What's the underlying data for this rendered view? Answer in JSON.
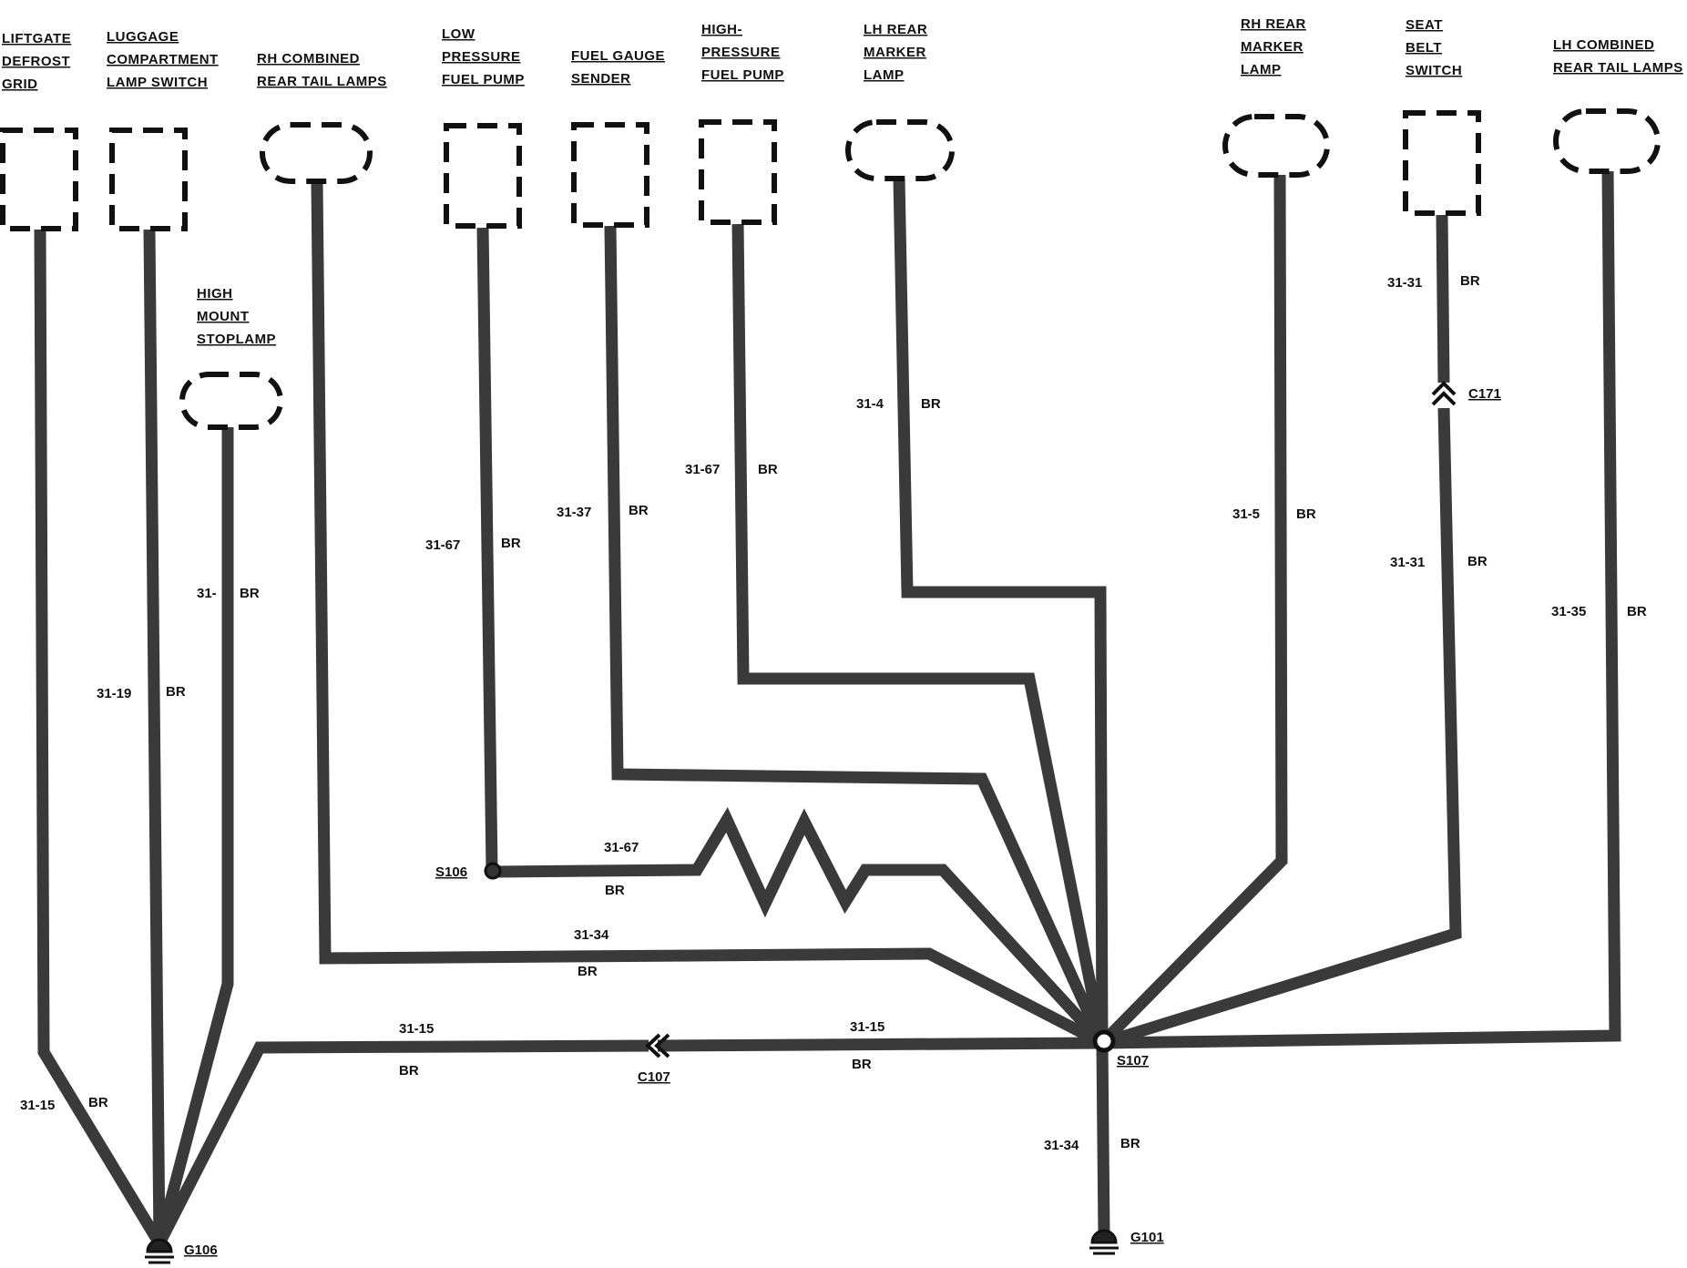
{
  "components": {
    "liftgate_defrost_grid": [
      "LIFTGATE",
      "DEFROST",
      "GRID"
    ],
    "luggage_compartment_lamp_switch": [
      "LUGGAGE",
      "COMPARTMENT",
      "LAMP SWITCH"
    ],
    "rh_combined_rear_tail_lamps": [
      "RH COMBINED",
      "REAR TAIL LAMPS"
    ],
    "high_mount_stoplamp": [
      "HIGH",
      "MOUNT",
      "STOPLAMP"
    ],
    "low_pressure_fuel_pump": [
      "LOW",
      "PRESSURE",
      "FUEL PUMP"
    ],
    "fuel_gauge_sender": [
      "FUEL GAUGE",
      "SENDER"
    ],
    "high_pressure_fuel_pump": [
      "HIGH-",
      "PRESSURE",
      "FUEL PUMP"
    ],
    "lh_rear_marker_lamp": [
      "LH REAR",
      "MARKER",
      "LAMP"
    ],
    "rh_rear_marker_lamp": [
      "RH REAR",
      "MARKER",
      "LAMP"
    ],
    "seat_belt_switch": [
      "SEAT",
      "BELT",
      "SWITCH"
    ],
    "lh_combined_rear_tail_lamps": [
      "LH COMBINED",
      "REAR TAIL LAMPS"
    ]
  },
  "wires": {
    "liftgate": {
      "circuit": "31-15",
      "color": "BR"
    },
    "luggage": {
      "circuit": "31-19",
      "color": "BR"
    },
    "stoplamp": {
      "circuit": "31-",
      "color": "BR"
    },
    "low_pump": {
      "circuit": "31-67",
      "color": "BR"
    },
    "fuel_sender": {
      "circuit": "31-37",
      "color": "BR"
    },
    "high_pump": {
      "circuit": "31-67",
      "color": "BR"
    },
    "lh_marker": {
      "circuit": "31-4",
      "color": "BR"
    },
    "rh_marker": {
      "circuit": "31-5",
      "color": "BR"
    },
    "seat_belt_upper": {
      "circuit": "31-31",
      "color": "BR"
    },
    "seat_belt_lower": {
      "circuit": "31-31",
      "color": "BR"
    },
    "lh_tail": {
      "circuit": "31-35",
      "color": "BR"
    },
    "s106_run": {
      "circuit": "31-67",
      "color": "BR"
    },
    "rh_tail_run": {
      "circuit": "31-34",
      "color": "BR"
    },
    "g106_run_left": {
      "circuit": "31-15",
      "color": "BR"
    },
    "g106_run_right": {
      "circuit": "31-15",
      "color": "BR"
    },
    "ground_g101": {
      "circuit": "31-34",
      "color": "BR"
    }
  },
  "splices": {
    "s106": "S106",
    "s107": "S107"
  },
  "connectors": {
    "c107": "C107",
    "c171": "C171"
  },
  "grounds": {
    "g106": "G106",
    "g101": "G101"
  }
}
